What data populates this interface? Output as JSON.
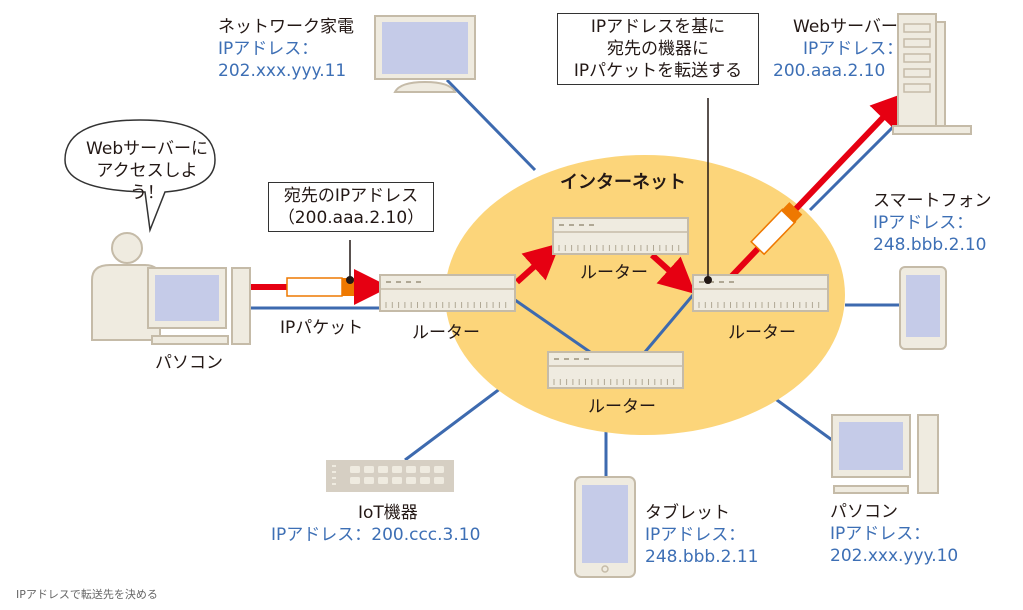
{
  "diagram": {
    "cloud_label": "インターネット",
    "router_label": "ルーター",
    "packet_label": "IPパケット",
    "speech_bubble": {
      "line1": "Webサーバーに",
      "line2": "アクセスしよう！"
    },
    "dest_ip_box": {
      "line1": "宛先のIPアドレス",
      "line2": "（200.aaa.2.10）"
    },
    "router_note_box": {
      "line1": "IPアドレスを基に",
      "line2": "宛先の機器に",
      "line3": "IPパケットを転送する"
    },
    "devices": {
      "sender_pc": {
        "name": "パソコン"
      },
      "appliance": {
        "name": "ネットワーク家電",
        "ip_label": "IPアドレス：",
        "ip": "202.xxx.yyy.11"
      },
      "web_server": {
        "name": "Webサーバー",
        "ip_label": "IPアドレス：",
        "ip": "200.aaa.2.10"
      },
      "smartphone": {
        "name": "スマートフォン",
        "ip_label": "IPアドレス：",
        "ip": "248.bbb.2.10"
      },
      "iot": {
        "name": "IoT機器",
        "ip_label": "IPアドレス：",
        "ip": "200.ccc.3.10"
      },
      "tablet": {
        "name": "タブレット",
        "ip_label": "IPアドレス：",
        "ip": "248.bbb.2.11"
      },
      "pc2": {
        "name": "パソコン",
        "ip_label": "IPアドレス：",
        "ip": "202.xxx.yyy.10"
      }
    },
    "colors": {
      "cloud": "#fcd57a",
      "link": "#3d6aaf",
      "route": "#e60012",
      "packet_header": "#ee7800",
      "device": "#efebe0",
      "device_border": "#c5bba8",
      "screen": "#c5cbe8",
      "ip_text": "#3d6fb5"
    }
  },
  "caption": "IPアドレスで転送先を決める"
}
